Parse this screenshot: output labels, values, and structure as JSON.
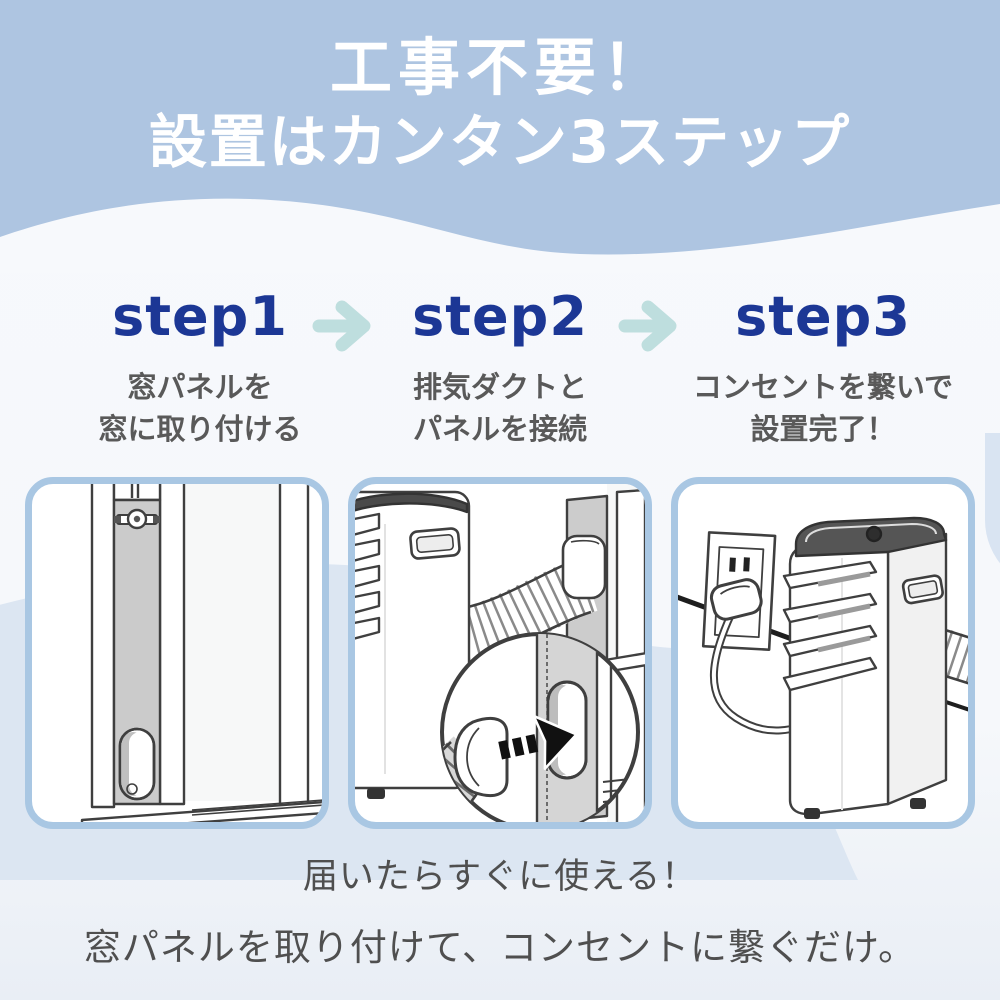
{
  "header": {
    "title_line1": "工事不要！",
    "title_line2": "設置はカンタン3ステップ",
    "bg_color": "#aec5e1",
    "text_color": "#ffffff"
  },
  "steps": [
    {
      "label": "step1",
      "caption_line1": "窓パネルを",
      "caption_line2": "窓に取り付ける"
    },
    {
      "label": "step2",
      "caption_line1": "排気ダクトと",
      "caption_line2": "パネルを接続"
    },
    {
      "label": "step3",
      "caption_line1": "コンセントを繋いで",
      "caption_line2": "設置完了！"
    }
  ],
  "arrows": {
    "icon": "arrow-right-icon",
    "color": "#bedede"
  },
  "illustrations": [
    {
      "icon": "window-panel-illustration"
    },
    {
      "icon": "duct-connection-illustration"
    },
    {
      "icon": "plug-in-outlet-illustration"
    }
  ],
  "footer": {
    "line1": "届いたらすぐに使える！",
    "line2": "窓パネルを取り付けて、コンセントに繋ぐだけ。"
  },
  "colors": {
    "step_label": "#1c3795",
    "caption_text": "#595959",
    "footer_text": "#4f4f4f",
    "panel_border": "#a9c7e3",
    "background_blob": "#dce6f2",
    "content_background": "#f7f9fc"
  }
}
